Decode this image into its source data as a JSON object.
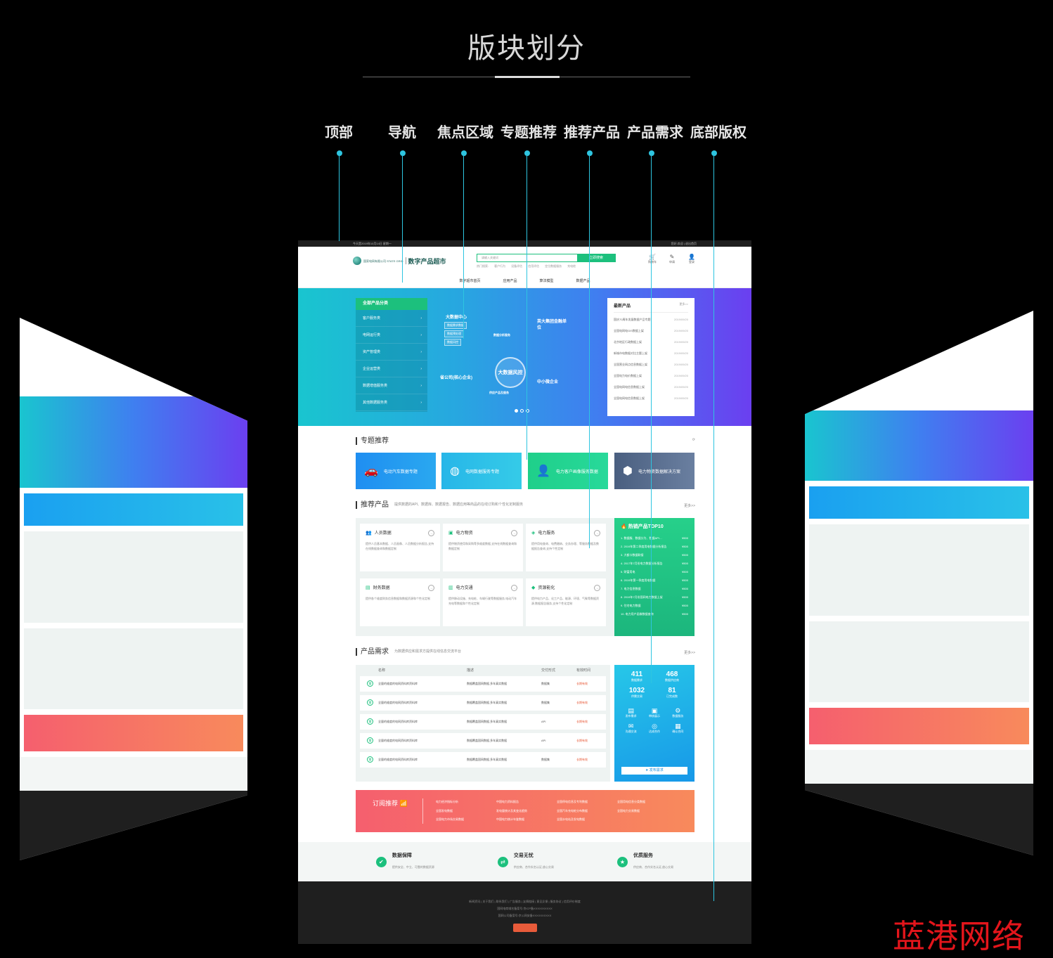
{
  "header": {
    "title": "版块划分"
  },
  "sections": [
    "顶部",
    "导航",
    "焦点区域",
    "专题推荐",
    "推荐产品",
    "产品需求",
    "底部版权"
  ],
  "page": {
    "topbar_left": "今天是2019年10月14日 星期一",
    "topbar_right": "您好,欢迎 | 退出首页",
    "logo_small": "国家电网有限公司 STATE GRID",
    "logo_name": "数字产品超市",
    "search_placeholder": "请输入关键词",
    "search_button": "立即搜索",
    "hotwords": [
      "热门搜索:",
      "客户行为",
      "设备评估",
      "信用评估",
      "定位数据服务",
      "充电桩"
    ],
    "icons": [
      {
        "icon": "cart-icon",
        "label": "购物车"
      },
      {
        "icon": "apply-icon",
        "label": "申请"
      },
      {
        "icon": "user-icon",
        "label": "登录"
      }
    ],
    "nav": [
      "数字超市首页",
      "应用产品",
      "算法模型",
      "数据产品"
    ],
    "categories": {
      "title": "全部产品分类",
      "items": [
        "客户服务类",
        "电网运行类",
        "资产管理类",
        "企业运营类",
        "数据增值服务类",
        "其他数据服务类"
      ]
    },
    "diagram": {
      "center": "大数据风控",
      "labels": [
        "大数据中心",
        "英大集团金融单位",
        "省公司(核心企业)",
        "中小微企业",
        "数据分析服务",
        "供应产品及服务"
      ],
      "boxes": [
        "数据需求数据",
        "数据预处理",
        "数据风控"
      ]
    },
    "latest": {
      "title": "最新产品",
      "more": "更多>>",
      "items": [
        {
          "name": "国庆70周年发展数据产品专题",
          "date": "2019/09/20"
        },
        {
          "name": "全国电网电GIS数据上架",
          "date": "2019/09/20"
        },
        {
          "name": "北京地区行政数据上架",
          "date": "2019/09/20"
        },
        {
          "name": "新城市电数据对比主题上架",
          "date": "2019/09/20"
        },
        {
          "name": "全国营业网点信息数据上架",
          "date": "2019/09/20"
        },
        {
          "name": "全国电力电价数据上架",
          "date": "2019/09/20"
        },
        {
          "name": "全国电网电信息数据上架",
          "date": "2019/09/20"
        },
        {
          "name": "全国电网电信息数据上架",
          "date": "2019/09/20"
        }
      ]
    },
    "topics": {
      "title": "专题推荐",
      "items": [
        {
          "label": "电动汽车数据专题",
          "color": "#1f8ef1"
        },
        {
          "label": "电网数据服务专题",
          "color": "#27b6e8"
        },
        {
          "label": "电力客户画像服务数据",
          "color": "#1fcf8a"
        },
        {
          "label": "电力物资数据解决方案",
          "color": "#4a5f80"
        }
      ]
    },
    "products": {
      "title": "推荐产品",
      "subtitle": "提供数据的API、数据库、数据报告、数据应用等商品的在线订购和个性化定制服务",
      "more": "更多>>",
      "items": [
        {
          "name": "人员数据",
          "desc": "提供人员基本数据、人员画像、人员数据分析报告,支持在线数据查询和数据定制"
        },
        {
          "name": "电力物资",
          "desc": "提供物资使用和采购等多维度数据,支持在线数据查询和数据定制"
        },
        {
          "name": "电力服务",
          "desc": "提供用电查询、电费缴纳、业务办理、等服务数据及数据报告查询,支持个性定制"
        },
        {
          "name": "财务数据",
          "desc": "提供各个维度财务信息数据和数据资源和个性化定制"
        },
        {
          "name": "电力交通",
          "desc": "提供移动设施、充电桩、车辆行驶等数据服务,电动汽车充电等数据和个性化定制"
        },
        {
          "name": "资源能化",
          "desc": "提供电力产品、化工产品、能源、环境、气象等数据资源,数据报告服务,支持个性化定制"
        }
      ],
      "top10_title": "热销产品TOP10",
      "top10": [
        {
          "name": "1. 数据服、数据分为、数据API…",
          "price": "¥500"
        },
        {
          "name": "2. 2019年第二季度用电数据分析报告",
          "price": "¥500"
        },
        {
          "name": "3. 大额卡数据联接",
          "price": "¥500"
        },
        {
          "name": "4. 2017年7月份电力数据分析报告",
          "price": "¥500"
        },
        {
          "name": "5. 财富用电",
          "price": "¥500"
        },
        {
          "name": "6. 2019年第一季度用电数据",
          "price": "¥500"
        },
        {
          "name": "7. 电力信息数据",
          "price": "¥500"
        },
        {
          "name": "8. 2019年7月份国网电力数据上架",
          "price": "¥500"
        },
        {
          "name": "9. 住宅电力数据",
          "price": "¥500"
        },
        {
          "name": "10. 电力用户画像数据查询",
          "price": "¥500"
        }
      ]
    },
    "requirements": {
      "title": "产品需求",
      "subtitle": "为数据供应和需求方提供在线信息交流平台",
      "more": "更多>>",
      "columns": [
        "名称",
        "描述",
        "交付形式",
        "有效时间"
      ],
      "rows": [
        {
          "name": "全量的维度的电网资料库资料库",
          "desc": "数据覆盖国网数据,多年真实数据",
          "form": "数据集",
          "time": "长期有效"
        },
        {
          "name": "全量的维度的电网资料库资料库",
          "desc": "数据覆盖国网数据,多年真实数据",
          "form": "数据集",
          "time": "长期有效"
        },
        {
          "name": "全量的维度的电网资料库资料库",
          "desc": "数据覆盖国网数据,多年真实数据",
          "form": "API",
          "time": "长期有效"
        },
        {
          "name": "全量的维度的电网资料库资料库",
          "desc": "数据覆盖国网数据,多年真实数据",
          "form": "API",
          "time": "长期有效"
        },
        {
          "name": "全量的维度的电网资料库资料库",
          "desc": "数据覆盖国网数据,多年真实数据",
          "form": "数据集",
          "time": "长期有效"
        }
      ],
      "stats": [
        {
          "value": "411",
          "label": "数据需求"
        },
        {
          "value": "468",
          "label": "数据供应商"
        },
        {
          "value": "1032",
          "label": "供需交易"
        },
        {
          "value": "81",
          "label": "已完成数"
        }
      ],
      "flow": [
        "发布需求",
        "审核展示",
        "数据服务",
        "沟通交流",
        "达成合作",
        "确认合同"
      ],
      "publish_button": "发布需求"
    },
    "subscribe": {
      "title": "订阅推荐",
      "items": [
        "电力经济指标分析",
        "中国电力资料报告",
        "全国停电信息及专利数据",
        "全国用电信息分类数据",
        "全国发电数据",
        "发电量统计及其变化趋势",
        "全国汽车充电桩分布数据",
        "全国电力交易数据",
        "全国电力市场交易数据",
        "中国电力统计年鉴数据",
        "全国水电站及发电数据",
        ""
      ]
    },
    "guarantees": [
      {
        "title": "数据保障",
        "desc": "提供安全、中立、可靠的数据资源",
        "icon": "shield-icon"
      },
      {
        "title": "交易无忧",
        "desc": "供应商、合作实名认证,放心交易",
        "icon": "handshake-icon"
      },
      {
        "title": "优质服务",
        "desc": "供应商、合作实名认证,放心交易",
        "icon": "service-icon"
      }
    ],
    "footer": {
      "links": "新闻资讯 | 关于我们 | 联系我们 | 广告服务 | 友情链接 | 意见反馈 | 服务协议 | 信用评价制度",
      "line2": "国网电商域名备案号:京ICP备XXXXXXXXXX",
      "line3": "国网公司备案号:京公网安备XXXXXXXXXX"
    }
  },
  "watermark": "蓝港网络"
}
